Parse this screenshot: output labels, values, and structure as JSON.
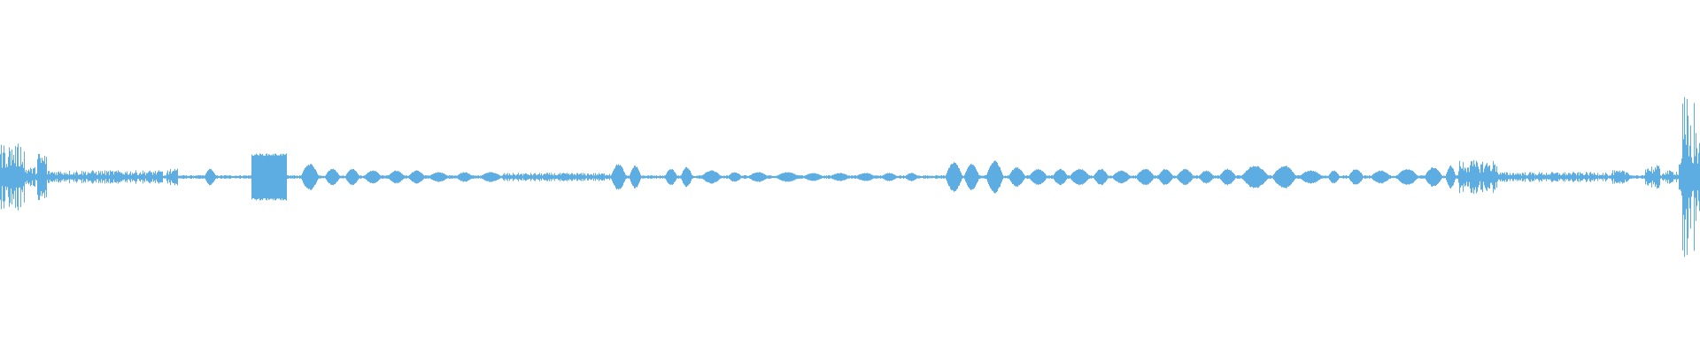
{
  "waveform": {
    "color": "#5dade2",
    "background": "#ffffff",
    "segments": [
      {
        "start": 0.0,
        "end": 0.014,
        "amp": 0.2,
        "texture": "noise"
      },
      {
        "start": 0.014,
        "end": 0.022,
        "amp": 0.06,
        "texture": "noise"
      },
      {
        "start": 0.022,
        "end": 0.027,
        "amp": 0.15,
        "texture": "noise"
      },
      {
        "start": 0.027,
        "end": 0.095,
        "amp": 0.04,
        "texture": "noise"
      },
      {
        "start": 0.098,
        "end": 0.104,
        "amp": 0.05,
        "texture": "noise"
      },
      {
        "start": 0.12,
        "end": 0.127,
        "amp": 0.05,
        "texture": "blob"
      },
      {
        "start": 0.148,
        "end": 0.168,
        "amp": 0.14,
        "texture": "block"
      },
      {
        "start": 0.177,
        "end": 0.187,
        "amp": 0.08,
        "texture": "blob"
      },
      {
        "start": 0.191,
        "end": 0.2,
        "amp": 0.05,
        "texture": "blob"
      },
      {
        "start": 0.203,
        "end": 0.211,
        "amp": 0.05,
        "texture": "blob"
      },
      {
        "start": 0.214,
        "end": 0.224,
        "amp": 0.04,
        "texture": "blob"
      },
      {
        "start": 0.228,
        "end": 0.238,
        "amp": 0.04,
        "texture": "blob"
      },
      {
        "start": 0.24,
        "end": 0.25,
        "amp": 0.04,
        "texture": "blob"
      },
      {
        "start": 0.252,
        "end": 0.264,
        "amp": 0.03,
        "texture": "blob"
      },
      {
        "start": 0.268,
        "end": 0.278,
        "amp": 0.03,
        "texture": "blob"
      },
      {
        "start": 0.282,
        "end": 0.295,
        "amp": 0.03,
        "texture": "blob"
      },
      {
        "start": 0.296,
        "end": 0.358,
        "amp": 0.025,
        "texture": "noise"
      },
      {
        "start": 0.359,
        "end": 0.368,
        "amp": 0.08,
        "texture": "blob"
      },
      {
        "start": 0.37,
        "end": 0.377,
        "amp": 0.07,
        "texture": "blob"
      },
      {
        "start": 0.391,
        "end": 0.398,
        "amp": 0.05,
        "texture": "blob"
      },
      {
        "start": 0.4,
        "end": 0.407,
        "amp": 0.06,
        "texture": "blob"
      },
      {
        "start": 0.412,
        "end": 0.424,
        "amp": 0.04,
        "texture": "blob"
      },
      {
        "start": 0.428,
        "end": 0.436,
        "amp": 0.03,
        "texture": "blob"
      },
      {
        "start": 0.44,
        "end": 0.452,
        "amp": 0.03,
        "texture": "blob"
      },
      {
        "start": 0.456,
        "end": 0.47,
        "amp": 0.03,
        "texture": "blob"
      },
      {
        "start": 0.472,
        "end": 0.484,
        "amp": 0.025,
        "texture": "blob"
      },
      {
        "start": 0.488,
        "end": 0.5,
        "amp": 0.025,
        "texture": "blob"
      },
      {
        "start": 0.503,
        "end": 0.515,
        "amp": 0.025,
        "texture": "blob"
      },
      {
        "start": 0.518,
        "end": 0.528,
        "amp": 0.025,
        "texture": "blob"
      },
      {
        "start": 0.532,
        "end": 0.54,
        "amp": 0.025,
        "texture": "blob"
      },
      {
        "start": 0.556,
        "end": 0.566,
        "amp": 0.09,
        "texture": "blob"
      },
      {
        "start": 0.567,
        "end": 0.576,
        "amp": 0.08,
        "texture": "blob"
      },
      {
        "start": 0.58,
        "end": 0.59,
        "amp": 0.1,
        "texture": "blob"
      },
      {
        "start": 0.593,
        "end": 0.603,
        "amp": 0.06,
        "texture": "blob"
      },
      {
        "start": 0.605,
        "end": 0.616,
        "amp": 0.05,
        "texture": "blob"
      },
      {
        "start": 0.619,
        "end": 0.628,
        "amp": 0.05,
        "texture": "blob"
      },
      {
        "start": 0.629,
        "end": 0.641,
        "amp": 0.05,
        "texture": "blob"
      },
      {
        "start": 0.643,
        "end": 0.652,
        "amp": 0.05,
        "texture": "blob"
      },
      {
        "start": 0.654,
        "end": 0.665,
        "amp": 0.04,
        "texture": "blob"
      },
      {
        "start": 0.668,
        "end": 0.679,
        "amp": 0.05,
        "texture": "blob"
      },
      {
        "start": 0.681,
        "end": 0.69,
        "amp": 0.05,
        "texture": "blob"
      },
      {
        "start": 0.692,
        "end": 0.702,
        "amp": 0.05,
        "texture": "blob"
      },
      {
        "start": 0.705,
        "end": 0.714,
        "amp": 0.04,
        "texture": "blob"
      },
      {
        "start": 0.717,
        "end": 0.727,
        "amp": 0.05,
        "texture": "blob"
      },
      {
        "start": 0.73,
        "end": 0.746,
        "amp": 0.07,
        "texture": "blob"
      },
      {
        "start": 0.748,
        "end": 0.762,
        "amp": 0.07,
        "texture": "blob"
      },
      {
        "start": 0.764,
        "end": 0.778,
        "amp": 0.04,
        "texture": "blob"
      },
      {
        "start": 0.781,
        "end": 0.788,
        "amp": 0.04,
        "texture": "blob"
      },
      {
        "start": 0.793,
        "end": 0.802,
        "amp": 0.05,
        "texture": "blob"
      },
      {
        "start": 0.806,
        "end": 0.818,
        "amp": 0.04,
        "texture": "blob"
      },
      {
        "start": 0.821,
        "end": 0.834,
        "amp": 0.05,
        "texture": "blob"
      },
      {
        "start": 0.838,
        "end": 0.848,
        "amp": 0.06,
        "texture": "blob"
      },
      {
        "start": 0.85,
        "end": 0.856,
        "amp": 0.07,
        "texture": "blob"
      },
      {
        "start": 0.858,
        "end": 0.88,
        "amp": 0.1,
        "texture": "noise"
      },
      {
        "start": 0.88,
        "end": 0.945,
        "amp": 0.03,
        "texture": "noise"
      },
      {
        "start": 0.948,
        "end": 0.958,
        "amp": 0.04,
        "texture": "noise"
      },
      {
        "start": 0.968,
        "end": 0.976,
        "amp": 0.07,
        "texture": "noise"
      },
      {
        "start": 0.978,
        "end": 0.987,
        "amp": 0.04,
        "texture": "noise"
      },
      {
        "start": 0.987,
        "end": 1.0,
        "amp": 0.5,
        "texture": "spike"
      }
    ]
  }
}
